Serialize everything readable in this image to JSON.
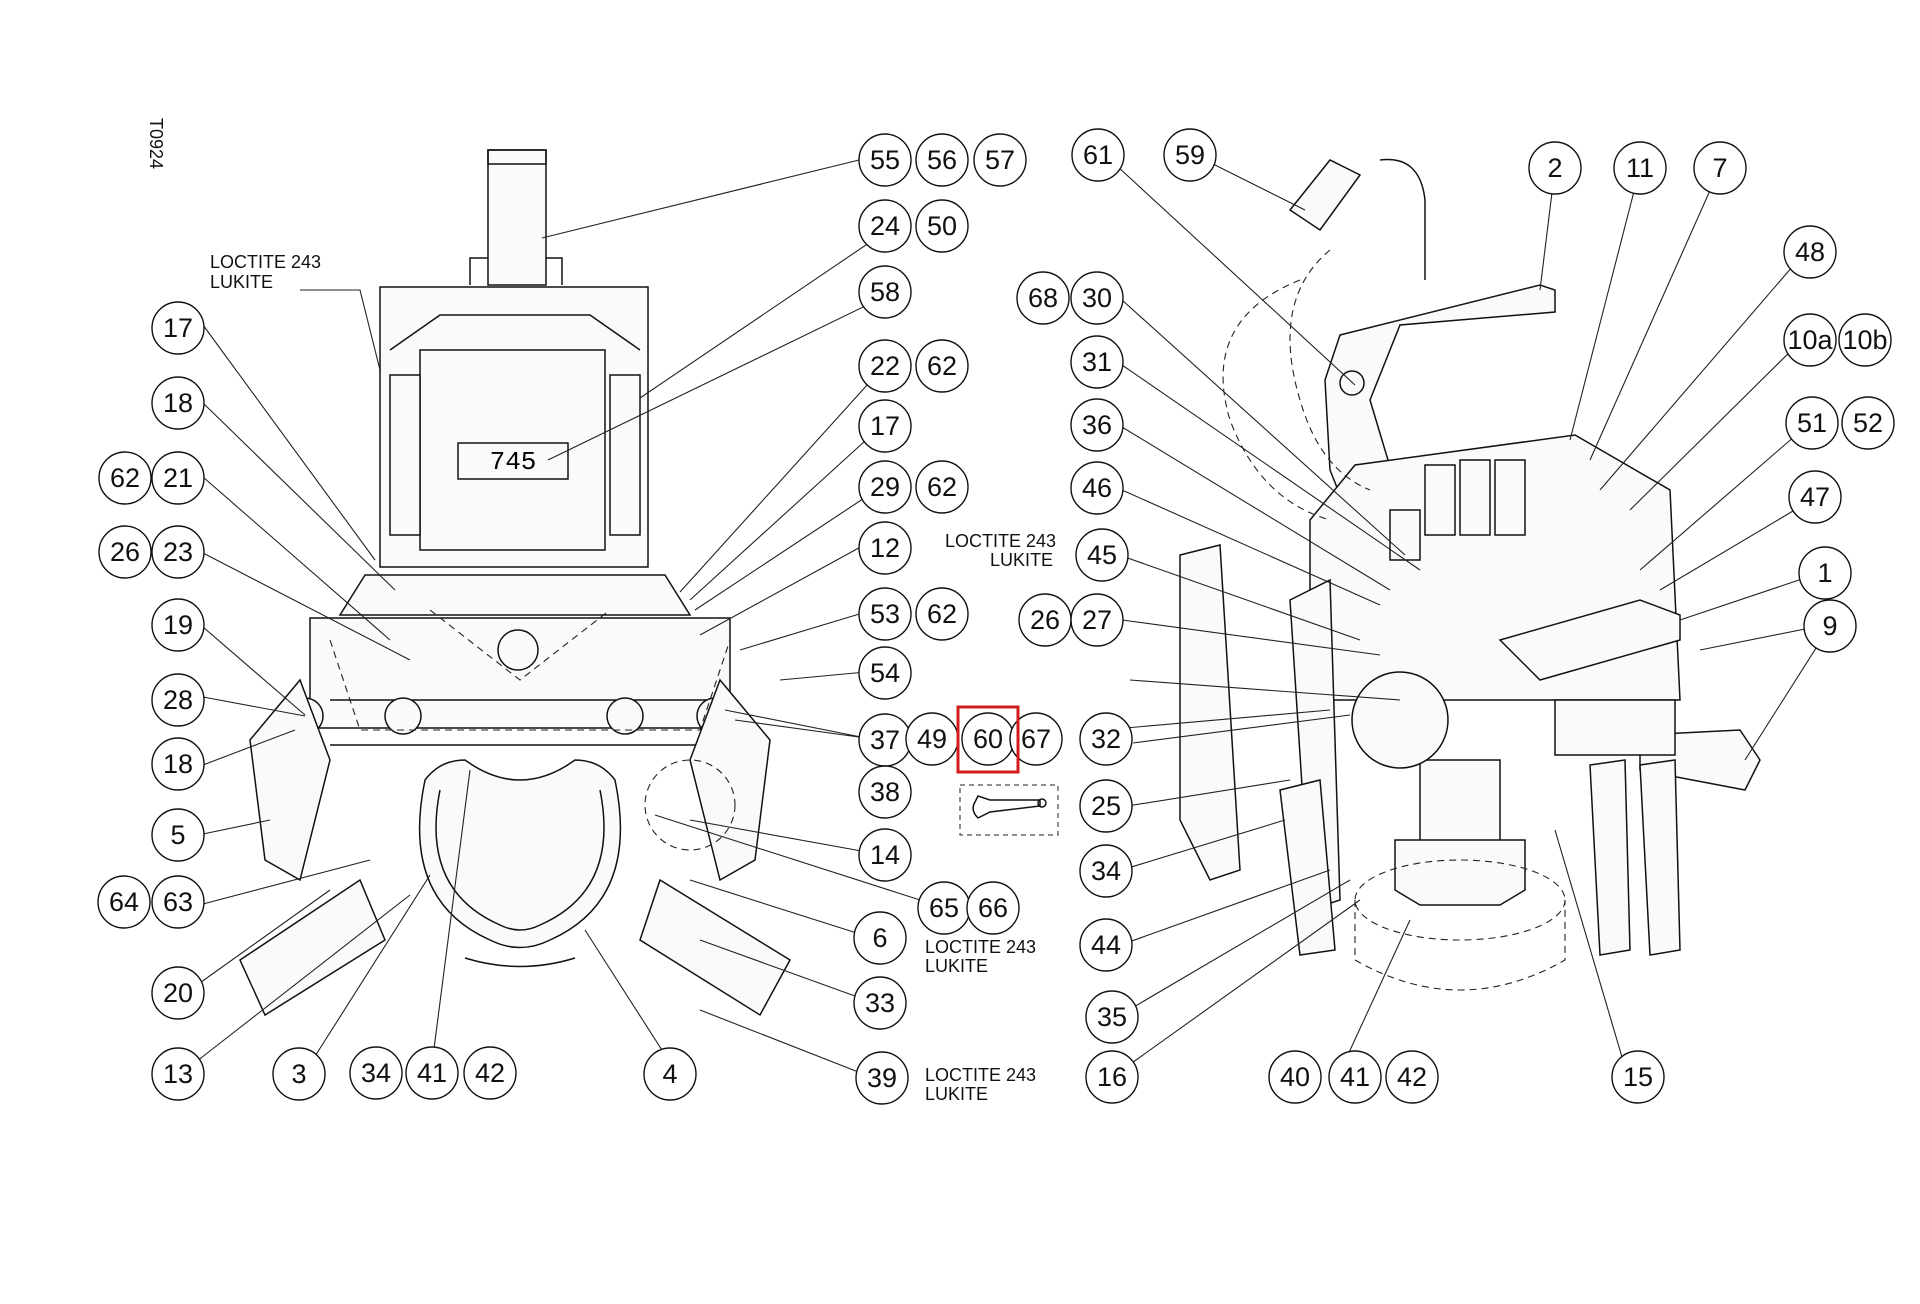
{
  "drawing_id": "T0924",
  "counter_label": "745",
  "notes": {
    "left_top": [
      "LOCTITE 243",
      "LUKITE"
    ],
    "middle": [
      "LOCTITE 243",
      "LUKITE"
    ],
    "bottom_a": [
      "LOCTITE 243",
      "LUKITE"
    ],
    "bottom_b": [
      "LOCTITE 243",
      "LUKITE"
    ]
  },
  "highlight_label": "60",
  "callouts": {
    "c55": "55",
    "c56": "56",
    "c57": "57",
    "c24": "24",
    "c50": "50",
    "c58": "58",
    "c22": "22",
    "c62a": "62",
    "c17a": "17",
    "c29": "29",
    "c62b": "62",
    "c12": "12",
    "c53": "53",
    "c62c": "62",
    "c54": "54",
    "c37": "37",
    "c38": "38",
    "c14": "14",
    "c65": "65",
    "c66": "66",
    "c6": "6",
    "c33": "33",
    "c39": "39",
    "c4": "4",
    "c34a": "34",
    "c41a": "41",
    "c42a": "42",
    "c3": "3",
    "c13": "13",
    "c20": "20",
    "c64": "64",
    "c63": "63",
    "c5": "5",
    "c18b": "18",
    "c28": "28",
    "c19": "19",
    "c26a": "26",
    "c23": "23",
    "c62d": "62",
    "c21": "21",
    "c18a": "18",
    "c17b": "17",
    "c49": "49",
    "c60": "60",
    "c67": "67",
    "c61": "61",
    "c59": "59",
    "c68": "68",
    "c30": "30",
    "c31": "31",
    "c36": "36",
    "c46": "46",
    "c45": "45",
    "c26b": "26",
    "c27": "27",
    "c32": "32",
    "c25": "25",
    "c34b": "34",
    "c44": "44",
    "c35": "35",
    "c16": "16",
    "c40": "40",
    "c41b": "41",
    "c42b": "42",
    "c15": "15",
    "c2": "2",
    "c11": "11",
    "c7": "7",
    "c48": "48",
    "c10a": "10a",
    "c10b": "10b",
    "c51": "51",
    "c52": "52",
    "c47": "47",
    "c1": "1",
    "c9": "9"
  }
}
